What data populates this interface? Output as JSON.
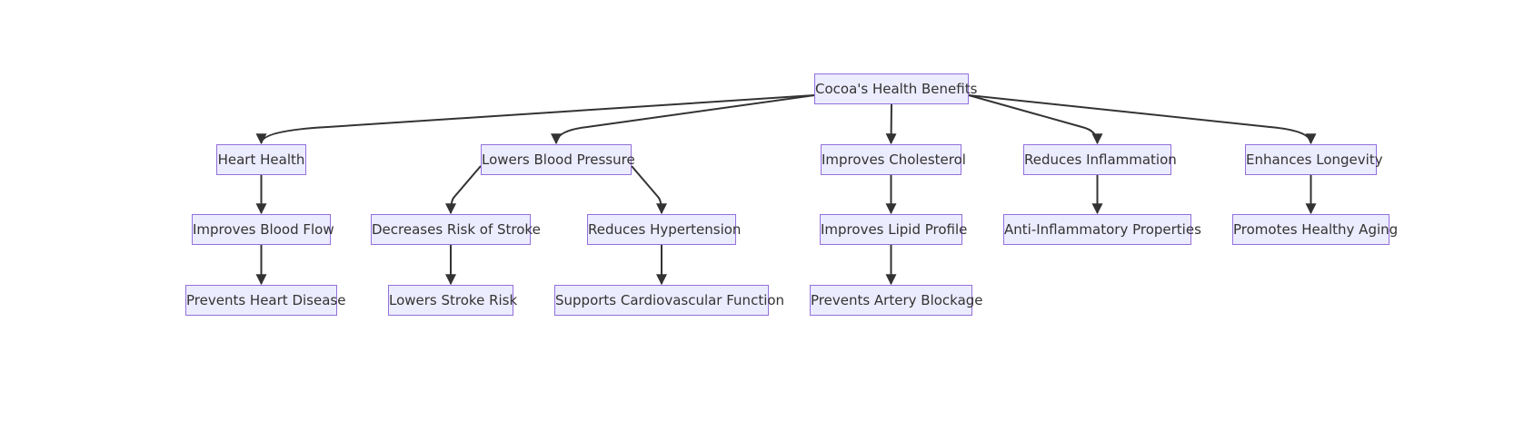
{
  "diagram": {
    "nodes": {
      "root": "Cocoa's Health Benefits",
      "heart_health": "Heart Health",
      "lowers_bp": "Lowers Blood Pressure",
      "improves_chol": "Improves Cholesterol",
      "reduces_infl": "Reduces Inflammation",
      "enhances_long": "Enhances Longevity",
      "improves_flow": "Improves Blood Flow",
      "decreases_stroke": "Decreases Risk of Stroke",
      "reduces_hyper": "Reduces Hypertension",
      "improves_lipid": "Improves Lipid Profile",
      "anti_infl": "Anti-Inflammatory Properties",
      "healthy_aging": "Promotes Healthy Aging",
      "prevents_heart": "Prevents Heart Disease",
      "lowers_stroke": "Lowers Stroke Risk",
      "supports_cardio": "Supports Cardiovascular Function",
      "prevents_artery": "Prevents Artery Blockage"
    },
    "edges": [
      [
        "root",
        "heart_health"
      ],
      [
        "root",
        "lowers_bp"
      ],
      [
        "root",
        "improves_chol"
      ],
      [
        "root",
        "reduces_infl"
      ],
      [
        "root",
        "enhances_long"
      ],
      [
        "heart_health",
        "improves_flow"
      ],
      [
        "improves_flow",
        "prevents_heart"
      ],
      [
        "lowers_bp",
        "decreases_stroke"
      ],
      [
        "lowers_bp",
        "reduces_hyper"
      ],
      [
        "decreases_stroke",
        "lowers_stroke"
      ],
      [
        "reduces_hyper",
        "supports_cardio"
      ],
      [
        "improves_chol",
        "improves_lipid"
      ],
      [
        "improves_lipid",
        "prevents_artery"
      ],
      [
        "reduces_infl",
        "anti_infl"
      ],
      [
        "enhances_long",
        "healthy_aging"
      ]
    ]
  }
}
